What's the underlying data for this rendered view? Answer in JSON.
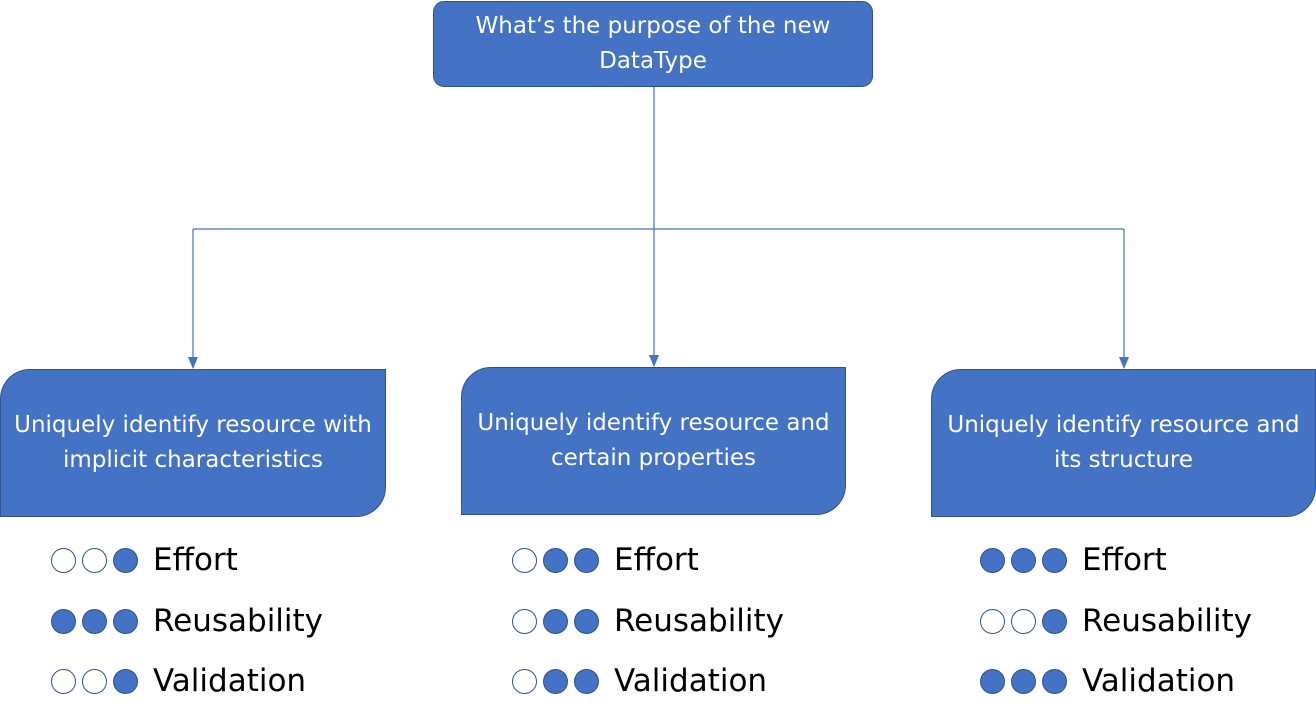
{
  "colors": {
    "box_fill": "#4472c4",
    "box_border": "#2f528f",
    "connector": "#4472c4",
    "box_text": "#ffffff",
    "label_text": "#000000"
  },
  "root": {
    "text": "What‘s the purpose of the new DataType"
  },
  "options": [
    {
      "text": "Uniquely identify resource with implicit characteristics",
      "ratings": [
        {
          "label": "Effort",
          "filled": 1,
          "max": 3
        },
        {
          "label": "Reusability",
          "filled": 3,
          "max": 3
        },
        {
          "label": "Validation",
          "filled": 1,
          "max": 3
        }
      ]
    },
    {
      "text": "Uniquely identify resource and certain properties",
      "ratings": [
        {
          "label": "Effort",
          "filled": 2,
          "max": 3
        },
        {
          "label": "Reusability",
          "filled": 2,
          "max": 3
        },
        {
          "label": "Validation",
          "filled": 2,
          "max": 3
        }
      ]
    },
    {
      "text": "Uniquely identify resource and its structure",
      "ratings": [
        {
          "label": "Effort",
          "filled": 3,
          "max": 3
        },
        {
          "label": "Reusability",
          "filled": 1,
          "max": 3
        },
        {
          "label": "Validation",
          "filled": 3,
          "max": 3
        }
      ]
    }
  ]
}
